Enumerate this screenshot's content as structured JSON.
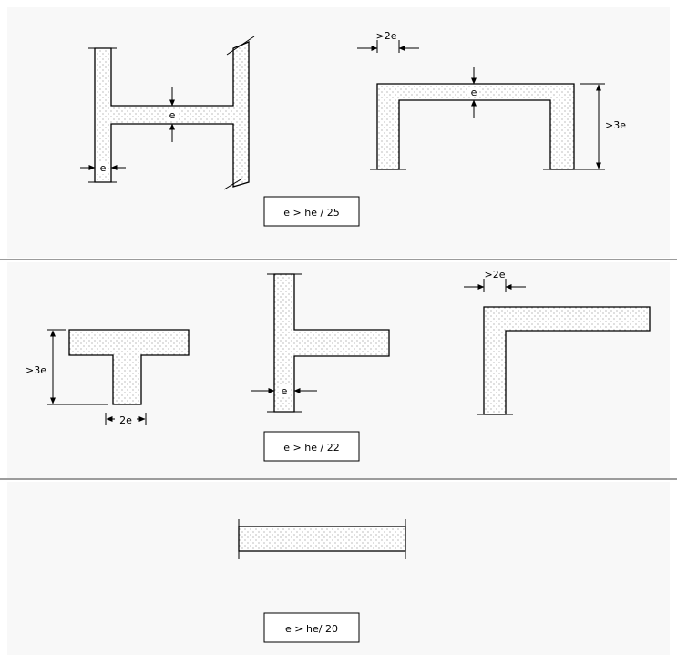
{
  "sections": [
    {
      "formula": "e > he / 25",
      "labels": {
        "h_thickness": "e",
        "h_web": "e",
        "u_flange_min": ">2e",
        "u_thickness": "e",
        "u_height_min": ">3e"
      }
    },
    {
      "formula": "e > he / 22",
      "labels": {
        "t_height_min": ">3e",
        "t_web_width": "2e",
        "cross_thickness": "e",
        "l_flange_min": ">2e"
      }
    },
    {
      "formula": "e > he/ 20",
      "labels": {}
    }
  ],
  "colors": {
    "wall_outline": "#000000",
    "wall_fill": "#ffffff",
    "stipple": "#6a6a6a",
    "panel_bg": "#f8f8f8",
    "separator": "#606060"
  }
}
